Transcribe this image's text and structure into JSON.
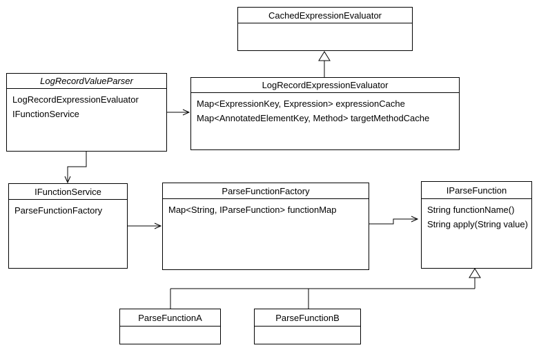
{
  "diagram": {
    "type": "uml-class-diagram",
    "colors": {
      "line": "#000000",
      "text": "#000000",
      "box_fill": "#ffffff",
      "background": "#ffffff"
    },
    "classes": [
      {
        "name": "CachedExpressionEvaluator",
        "abstract": false,
        "members": []
      },
      {
        "name": "LogRecordValueParser",
        "abstract": true,
        "members": [
          "LogRecordExpressionEvaluator",
          "IFunctionService"
        ]
      },
      {
        "name": "LogRecordExpressionEvaluator",
        "abstract": false,
        "members": [
          "Map<ExpressionKey, Expression> expressionCache",
          "Map<AnnotatedElementKey, Method> targetMethodCache"
        ]
      },
      {
        "name": "IFunctionService",
        "abstract": false,
        "members": [
          "ParseFunctionFactory"
        ]
      },
      {
        "name": "ParseFunctionFactory",
        "abstract": false,
        "members": [
          "Map<String, IParseFunction> functionMap"
        ]
      },
      {
        "name": "IParseFunction",
        "abstract": false,
        "members": [
          "String functionName()",
          "String apply(String value)"
        ]
      },
      {
        "name": "ParseFunctionA",
        "abstract": false,
        "members": []
      },
      {
        "name": "ParseFunctionB",
        "abstract": false,
        "members": []
      }
    ],
    "relations": [
      {
        "from": "LogRecordExpressionEvaluator",
        "to": "CachedExpressionEvaluator",
        "type": "generalization"
      },
      {
        "from": "LogRecordValueParser",
        "to": "LogRecordExpressionEvaluator",
        "type": "association"
      },
      {
        "from": "LogRecordValueParser",
        "to": "IFunctionService",
        "type": "association"
      },
      {
        "from": "IFunctionService",
        "to": "ParseFunctionFactory",
        "type": "association"
      },
      {
        "from": "ParseFunctionFactory",
        "to": "IParseFunction",
        "type": "association"
      },
      {
        "from": "ParseFunctionA",
        "to": "IParseFunction",
        "type": "generalization"
      },
      {
        "from": "ParseFunctionB",
        "to": "IParseFunction",
        "type": "generalization"
      }
    ]
  }
}
